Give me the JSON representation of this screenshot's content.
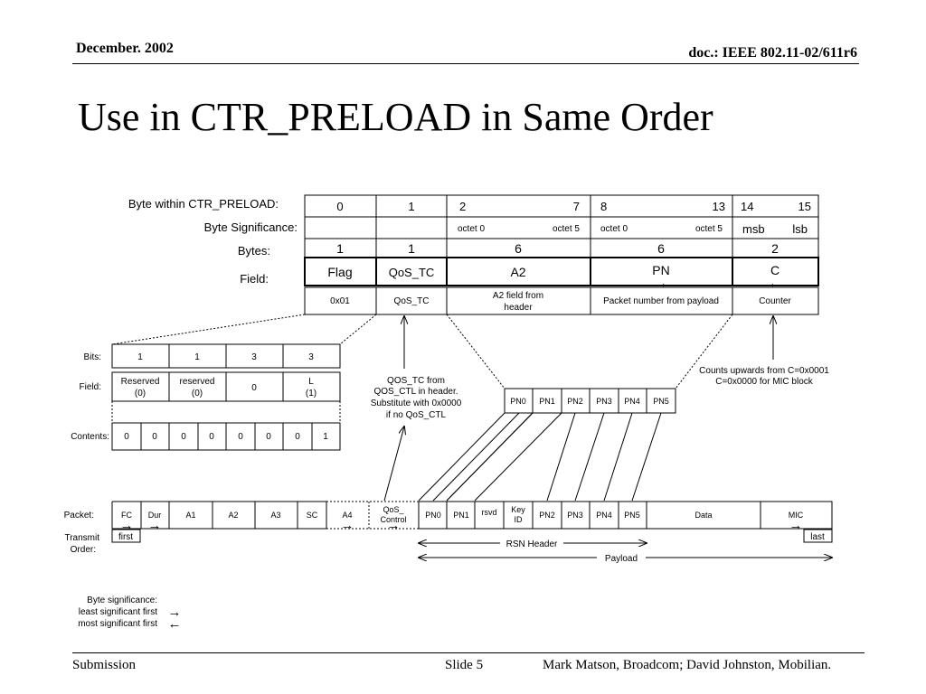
{
  "header": {
    "date": "December. 2002",
    "doc": "doc.: IEEE 802.11-02/611r6"
  },
  "title": "Use in CTR_PRELOAD in Same Order",
  "footer": {
    "submission": "Submission",
    "slide": "Slide 5",
    "authors": "Mark Matson, Broadcom; David Johnston, Mobilian."
  },
  "ctr": {
    "row_labels": {
      "byte": "Byte within CTR_PRELOAD:",
      "significance": "Byte Significance:",
      "bytes": "Bytes:",
      "field": "Field:"
    },
    "byte_idx": [
      "0",
      "1",
      "2",
      "7",
      "8",
      "13",
      "14",
      "15"
    ],
    "significance": [
      "octet 0",
      "octet 5",
      "octet 0",
      "octet 5",
      "msb",
      "lsb"
    ],
    "sizes": [
      "1",
      "1",
      "6",
      "6",
      "2"
    ],
    "fields": [
      "Flag",
      "QoS_TC",
      "A2",
      "PN",
      "C"
    ],
    "field_arrows": [
      "→",
      "←"
    ],
    "desc": [
      "0x01",
      "QoS_TC",
      "A2 field from",
      "header",
      "Packet  number from payload",
      "Counter"
    ]
  },
  "flag": {
    "bits_label": "Bits:",
    "field_label": "Field:",
    "contents_label": "Contents:",
    "bits": [
      "1",
      "1",
      "3",
      "3"
    ],
    "fields": [
      "Reserved",
      "(0)",
      "reserved",
      "(0)",
      "0",
      "L",
      "(1)"
    ],
    "contents": [
      "0",
      "0",
      "0",
      "0",
      "0",
      "0",
      "0",
      "1"
    ]
  },
  "notes": {
    "qos": [
      "QOS_TC from",
      "QOS_CTL in header.",
      "Substitute with 0x0000",
      "if no QoS_CTL"
    ],
    "counter": [
      "Counts upwards from C=0x0001",
      "C=0x0000 for MIC block"
    ]
  },
  "pn_labels": [
    "PN0",
    "PN1",
    "PN2",
    "PN3",
    "PN4",
    "PN5"
  ],
  "packet": {
    "label": "Packet:",
    "fields": [
      "FC",
      "Dur",
      "A1",
      "A2",
      "A3",
      "SC",
      "A4",
      "QoS_",
      "Control",
      "PN0",
      "PN1",
      "rsvd",
      "Key",
      "ID",
      "PN2",
      "PN3",
      "PN4",
      "PN5",
      "Data",
      "MIC"
    ],
    "transmit_label": [
      "Transmit",
      "Order:"
    ],
    "first": "first",
    "last": "last",
    "rsn_header": "RSN Header",
    "payload": "Payload"
  },
  "legend": {
    "title": "Byte significance:",
    "lsb": "least significant  first",
    "msb": "most significant first",
    "arrow_right": "→",
    "arrow_left": "←"
  }
}
